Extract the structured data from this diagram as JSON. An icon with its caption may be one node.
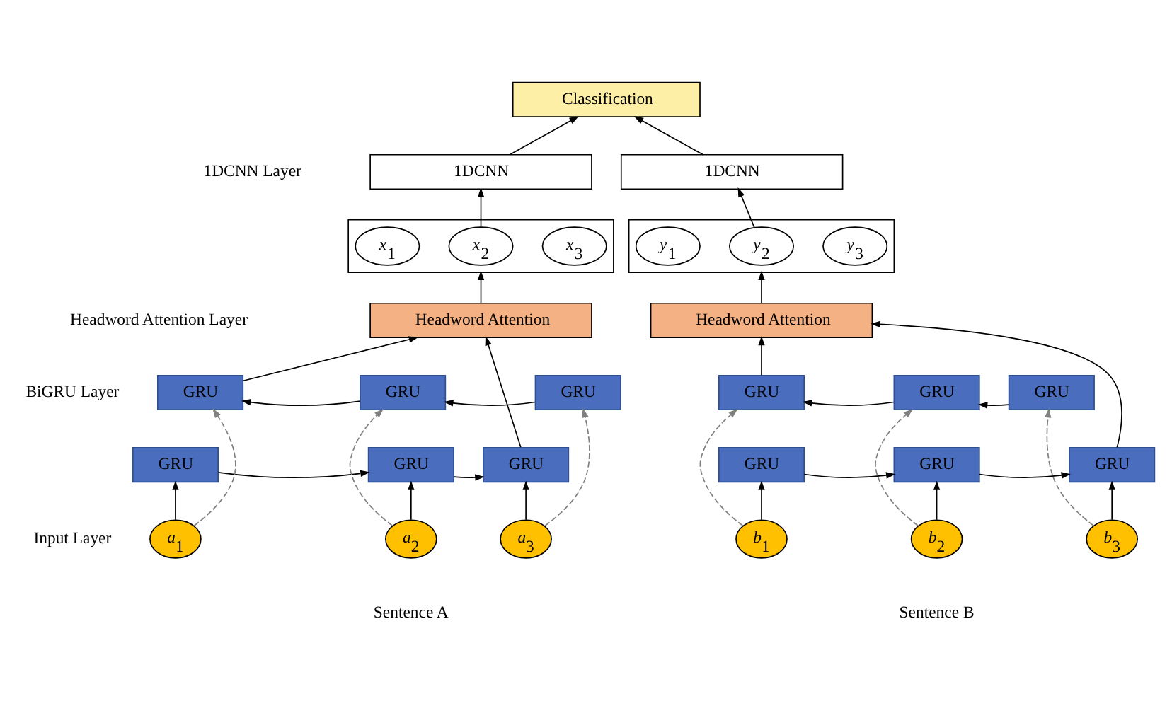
{
  "diagram": {
    "nodes": [
      {
        "text": [
          "Classification"
        ]
      },
      {
        "text": [
          "1DCNN"
        ]
      },
      {
        "text": [
          "1DCNN"
        ]
      },
      {
        "text": [],
        "shape": "box"
      },
      {
        "text": [
          "x$_{1}$"
        ],
        "in": 3
      },
      {
        "text": [
          "x$_{2}$"
        ],
        "in": 3
      },
      {
        "text": [
          "x$_{3}$"
        ],
        "in": 3
      },
      {
        "text": [],
        "shape": "box"
      },
      {
        "text": [
          "y$_{1}$"
        ],
        "in": 7
      },
      {
        "text": [
          "y$_{2}$"
        ],
        "in": 7
      },
      {
        "text": [
          "y$_{3}$"
        ],
        "in": 7
      },
      {
        "text": [
          "Headword Attention"
        ]
      },
      {
        "text": [
          "Headword Attention"
        ]
      },
      {
        "text": [
          "GRU"
        ]
      },
      {
        "text": [
          "GRU"
        ]
      },
      {
        "text": [
          "GRU"
        ]
      },
      {
        "text": [
          "GRU"
        ]
      },
      {
        "text": [
          "GRU"
        ]
      },
      {
        "text": [
          "GRU"
        ]
      },
      {
        "text": [
          "GRU"
        ]
      },
      {
        "text": [
          "GRU"
        ]
      },
      {
        "text": [
          "GRU"
        ]
      },
      {
        "text": [
          "GRU"
        ]
      },
      {
        "text": [
          "GRU"
        ]
      },
      {
        "text": [
          "GRU"
        ]
      },
      {
        "text": [
          "a$_{1}$"
        ]
      },
      {
        "text": [
          "a$_{2}$"
        ]
      },
      {
        "text": [
          "a$_{3}$"
        ]
      },
      {
        "text": [
          "b$_{1}$"
        ]
      },
      {
        "text": [
          "b$_{2}$"
        ]
      },
      {
        "text": [
          "b$_{3}$"
        ]
      }
    ],
    "edges": [
      {
        "from": 1,
        "to": 0,
        "arrow": "to"
      },
      {
        "from": 2,
        "to": 0,
        "arrow": "to"
      },
      {
        "from": 5,
        "to": 1,
        "arrow": "to"
      },
      {
        "from": 9,
        "to": 2,
        "arrow": "to"
      },
      {
        "from": 11,
        "to": 3,
        "arrow": "to"
      },
      {
        "from": 12,
        "to": 7,
        "arrow": "to"
      },
      {
        "from": 13,
        "to": 11,
        "arrow": "to"
      },
      {
        "from": 21,
        "to": 11,
        "arrow": "to"
      },
      {
        "from": 16,
        "to": 12,
        "arrow": "to"
      },
      {
        "from": 24,
        "to": 12,
        "arrow": "to"
      },
      {
        "from": 14,
        "to": 13,
        "arrow": "to"
      },
      {
        "from": 15,
        "to": 14,
        "arrow": "to"
      },
      {
        "from": 17,
        "to": 16,
        "arrow": "to"
      },
      {
        "from": 18,
        "to": 17,
        "arrow": "to"
      },
      {
        "from": 19,
        "to": 20,
        "arrow": "to"
      },
      {
        "from": 20,
        "to": 21,
        "arrow": "to"
      },
      {
        "from": 22,
        "to": 23,
        "arrow": "to"
      },
      {
        "from": 23,
        "to": 24,
        "arrow": "to"
      },
      {
        "from": 25,
        "to": 19,
        "arrow": "to"
      },
      {
        "from": 26,
        "to": 20,
        "arrow": "to"
      },
      {
        "from": 27,
        "to": 21,
        "arrow": "to"
      },
      {
        "from": 28,
        "to": 22,
        "arrow": "to"
      },
      {
        "from": 29,
        "to": 23,
        "arrow": "to"
      },
      {
        "from": 30,
        "to": 24,
        "arrow": "to"
      },
      {
        "from": 25,
        "to": 13,
        "arrow": "to",
        "style": "dashed",
        "color": "#808080"
      },
      {
        "from": 26,
        "to": 14,
        "arrow": "to",
        "style": "dashed",
        "color": "#808080"
      },
      {
        "from": 27,
        "to": 15,
        "arrow": "to",
        "style": "dashed",
        "color": "#808080"
      },
      {
        "from": 28,
        "to": 16,
        "arrow": "to",
        "style": "dashed",
        "color": "#808080"
      },
      {
        "from": 29,
        "to": 17,
        "arrow": "to",
        "style": "dashed",
        "color": "#808080"
      },
      {
        "from": 30,
        "to": 18,
        "arrow": "to",
        "style": "dashed",
        "color": "#808080"
      }
    ],
    "labels": [
      "1DCNN Layer",
      "Headword Attention Layer",
      "BiGRU Layer",
      "Input Layer",
      "Sentence A",
      "Sentence B"
    ]
  }
}
